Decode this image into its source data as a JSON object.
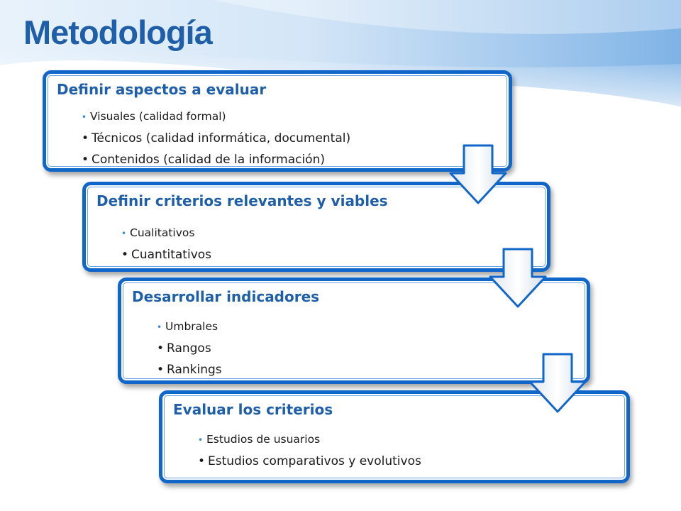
{
  "title": "Metodología",
  "steps": [
    {
      "title": "Definir aspectos a evaluar",
      "items": [
        "Visuales (calidad formal)",
        "Técnicos (calidad informática, documental)",
        "Contenidos (calidad de la información)"
      ]
    },
    {
      "title": "Definir criterios relevantes y viables",
      "items": [
        "Cualitativos",
        "Cuantitativos"
      ]
    },
    {
      "title": "Desarrollar indicadores",
      "items": [
        "Umbrales",
        "Rangos",
        "Rankings"
      ]
    },
    {
      "title": "Evaluar los criterios",
      "items": [
        "Estudios de usuarios",
        "Estudios comparativos y evolutivos"
      ]
    }
  ],
  "colors": {
    "accent": "#1166c9",
    "title": "#1f5fa9",
    "text": "#1a1a1a"
  }
}
